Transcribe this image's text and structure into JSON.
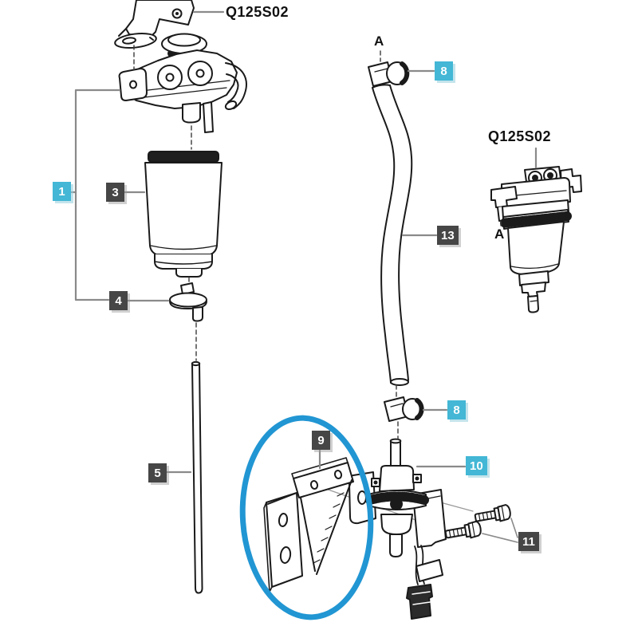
{
  "diagram": {
    "type": "exploded-parts-diagram",
    "subject": "fuel filter and priming pump assembly",
    "part_code_top": "Q125S02",
    "part_code_right": "Q125S02",
    "view_letter_top": "A",
    "view_letter_right": "A",
    "colors": {
      "background": "#ffffff",
      "line": "#1a1a1a",
      "leader": "#8a8a8a",
      "label_cyan": "#43b7d5",
      "label_dark": "#464646",
      "label_text": "#ffffff",
      "highlight_blue": "#2196d3"
    },
    "labels": [
      {
        "id": "1",
        "style": "cyan"
      },
      {
        "id": "3",
        "style": "dark"
      },
      {
        "id": "4",
        "style": "dark"
      },
      {
        "id": "5",
        "style": "dark"
      },
      {
        "id": "8",
        "style": "cyan"
      },
      {
        "id": "13",
        "style": "dark"
      },
      {
        "id": "8",
        "style": "cyan"
      },
      {
        "id": "10",
        "style": "cyan"
      },
      {
        "id": "9",
        "style": "dark"
      },
      {
        "id": "11",
        "style": "dark"
      }
    ]
  }
}
